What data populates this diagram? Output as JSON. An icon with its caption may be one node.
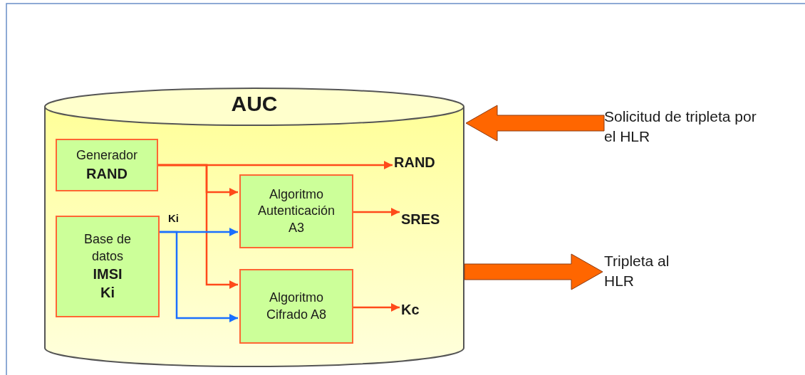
{
  "diagram": {
    "nodes": [
      {
        "text": [
          "AUC"
        ]
      },
      {
        "text": [
          "Generador",
          "RAND"
        ],
        "in": 0
      },
      {
        "text": [
          "Base de datos",
          "IMSI Ki"
        ],
        "in": 0
      },
      {
        "text": [
          "Algoritmo Autenticación A3"
        ],
        "in": 0
      },
      {
        "text": [
          "Algoritmo Cifrado A8"
        ],
        "in": 0
      },
      {
        "text": [
          "RAND"
        ],
        "in": 0
      },
      {
        "text": [
          "SRES"
        ],
        "in": 0
      },
      {
        "text": [
          "Kc"
        ],
        "in": 0
      },
      {
        "text": [
          "Solicitud de tripleta por el HLR"
        ]
      },
      {
        "text": [
          "Tripleta al HLR"
        ]
      }
    ],
    "edges": [
      {
        "from": 1,
        "to": 5,
        "arrow": "to"
      },
      {
        "from": 1,
        "to": 3,
        "arrow": "to"
      },
      {
        "from": 1,
        "to": 4,
        "arrow": "to"
      },
      {
        "from": 2,
        "to": 3,
        "arrow": "to",
        "label": "Ki",
        "color": "#1a6fff"
      },
      {
        "from": 2,
        "to": 4,
        "arrow": "to",
        "color": "#1a6fff"
      },
      {
        "from": 3,
        "to": 6,
        "arrow": "to"
      },
      {
        "from": 4,
        "to": 7,
        "arrow": "to"
      },
      {
        "from": 8,
        "to": 0,
        "arrow": "to",
        "style": "thick",
        "color": "#ff6600"
      },
      {
        "from": 0,
        "to": 9,
        "arrow": "to",
        "style": "thick",
        "color": "#ff6600"
      }
    ]
  }
}
